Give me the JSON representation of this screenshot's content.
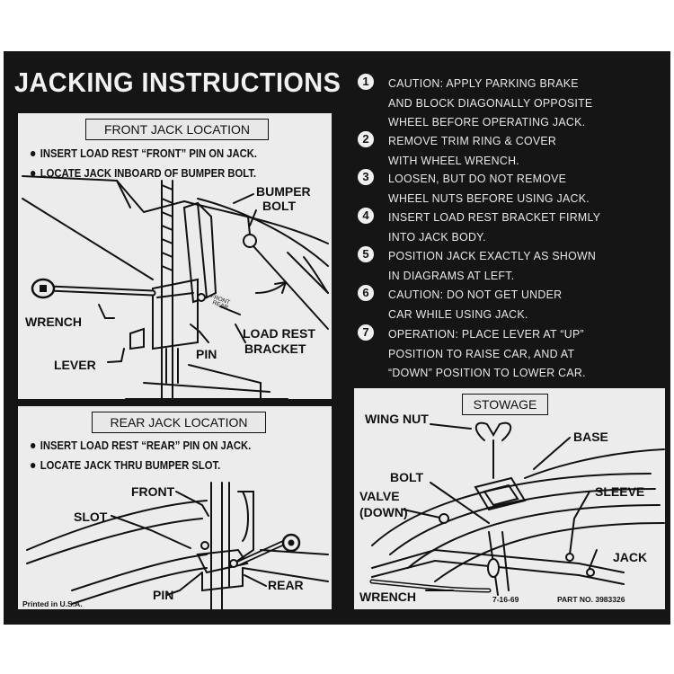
{
  "title": "JACKING INSTRUCTIONS",
  "front": {
    "heading": "FRONT JACK LOCATION",
    "bullets": [
      "INSERT LOAD REST “FRONT” PIN ON JACK.",
      "LOCATE JACK INBOARD OF BUMPER BOLT."
    ],
    "labels": {
      "bumper": "BUMPER",
      "bolt": "BOLT",
      "wrench": "WRENCH",
      "lever": "LEVER",
      "pin": "PIN",
      "load_rest": "LOAD REST",
      "bracket": "BRACKET"
    }
  },
  "rear": {
    "heading": "REAR JACK LOCATION",
    "bullets": [
      "INSERT LOAD REST “REAR” PIN ON JACK.",
      "LOCATE JACK THRU BUMPER SLOT."
    ],
    "labels": {
      "front": "FRONT",
      "slot": "SLOT",
      "pin": "PIN",
      "rear": "REAR"
    },
    "printed": "Printed in U.S.A."
  },
  "steps": [
    {
      "n": "1",
      "lines": [
        "CAUTION: APPLY PARKING BRAKE",
        "AND BLOCK DIAGONALLY OPPOSITE",
        "WHEEL BEFORE OPERATING JACK."
      ]
    },
    {
      "n": "2",
      "lines": [
        "REMOVE TRIM RING & COVER",
        "WITH WHEEL WRENCH."
      ]
    },
    {
      "n": "3",
      "lines": [
        "LOOSEN, BUT DO NOT REMOVE",
        "WHEEL NUTS BEFORE USING JACK."
      ]
    },
    {
      "n": "4",
      "lines": [
        "INSERT LOAD REST BRACKET FIRMLY",
        "INTO JACK BODY."
      ]
    },
    {
      "n": "5",
      "lines": [
        "POSITION JACK EXACTLY AS SHOWN",
        "IN DIAGRAMS AT LEFT."
      ]
    },
    {
      "n": "6",
      "lines": [
        "CAUTION: DO NOT GET UNDER",
        "CAR WHILE USING JACK."
      ]
    },
    {
      "n": "7",
      "lines": [
        "OPERATION: PLACE LEVER AT “UP”",
        "POSITION TO RAISE CAR, AND AT",
        "“DOWN” POSITION TO LOWER CAR."
      ]
    }
  ],
  "stowage": {
    "heading": "STOWAGE",
    "labels": {
      "wing_nut": "WING NUT",
      "base": "BASE",
      "bolt": "BOLT",
      "valve": "VALVE",
      "valve_state": "(DOWN)",
      "sleeve": "SLEEVE",
      "jack": "JACK",
      "wrench": "WRENCH"
    },
    "date": "7-16-69",
    "part_no": "PART NO. 3983326"
  },
  "colors": {
    "background": "#151515",
    "panel": "#ececec",
    "ink": "#111111",
    "text": "#e8e8e8"
  }
}
